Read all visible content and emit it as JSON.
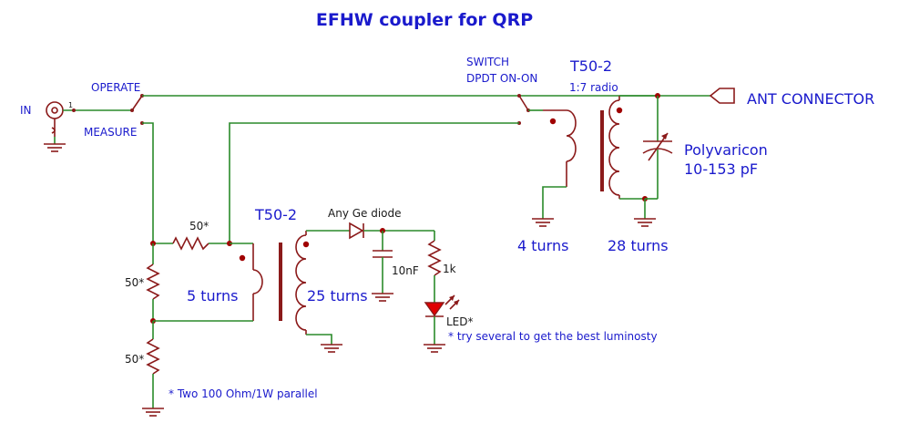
{
  "title": "EFHW coupler for QRP",
  "labels": {
    "input": "IN",
    "input_pin": "1",
    "operate": "OPERATE",
    "measure": "MEASURE",
    "switch_line1": "SWITCH",
    "switch_line2": "DPDT ON-ON",
    "toroid_main": "T50-2",
    "ratio": "1:7 radio",
    "ant_connector": "ANT CONNECTOR",
    "capacitor_line1": "Polyvaricon",
    "capacitor_line2": "10-153 pF",
    "primary_turns": "4 turns",
    "secondary_turns": "28 turns",
    "toroid_detector": "T50-2",
    "diode": "Any Ge diode",
    "cap_small": "10nF",
    "resistor_1k": "1k",
    "led": "LED*",
    "led_note": "* try several to get the best luminosty",
    "det_primary_turns": "5 turns",
    "det_secondary_turns": "25 turns",
    "r_series": "50*",
    "r_shunt_top": "50*",
    "r_shunt_bottom": "50*",
    "resistor_note": "* Two 100 Ohm/1W parallel"
  },
  "colors": {
    "wire": "#2a8a2a",
    "component": "#8b1a1a",
    "text_blue": "#1a1acc",
    "led_fill": "#e00000"
  }
}
